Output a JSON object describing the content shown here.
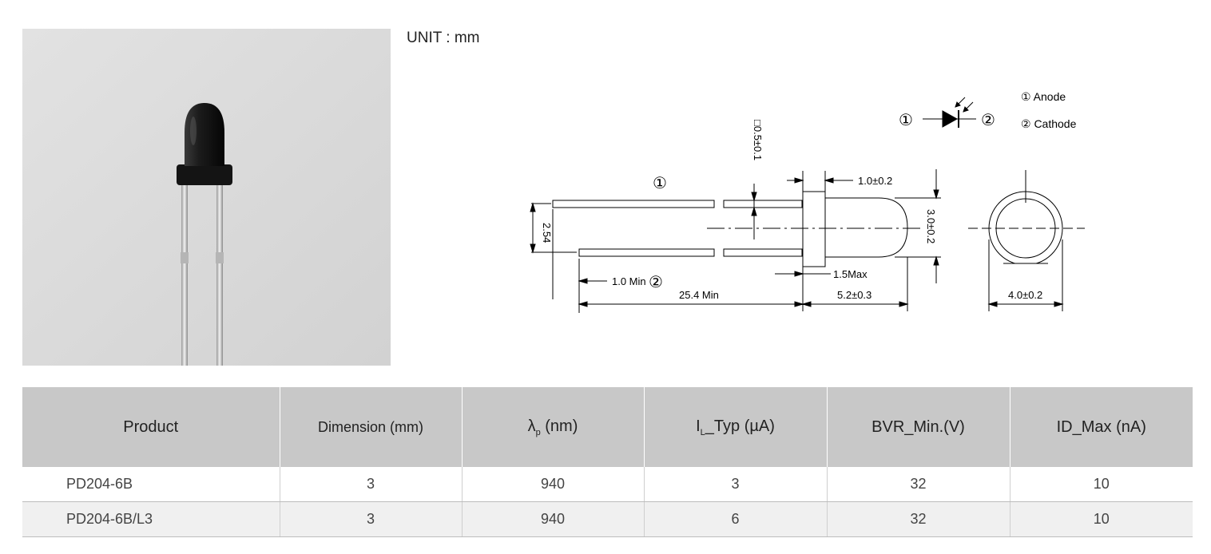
{
  "unit_label": "UNIT : mm",
  "drawing": {
    "pin1_symbol": "①",
    "pin2_symbol": "②",
    "legend_anode": "① Anode",
    "legend_cathode": "② Cathode",
    "dim_lead_square": "□0.5±0.1",
    "dim_flange": "1.0±0.2",
    "dim_height": "3.0±0.2",
    "dim_pitch": "2.54",
    "dim_lead_min": "1.0 Min",
    "dim_lead_length": "25.4  Min",
    "dim_flange_max": "1.5Max",
    "dim_body_length": "5.2±0.3",
    "dim_diameter": "4.0±0.2"
  },
  "table": {
    "headers": {
      "product": "Product",
      "dimension": "Dimension (mm)",
      "lambda_main": "λ",
      "lambda_sub": "p",
      "lambda_unit": " (nm)",
      "il_main": "I",
      "il_sub": "L",
      "il_rest": "_Typ (µA)",
      "bvr": "BVR_Min.(V)",
      "id": "ID_Max (nA)"
    },
    "rows": [
      {
        "product": "PD204-6B",
        "dimension": "3",
        "lambda": "940",
        "il": "3",
        "bvr": "32",
        "id": "10"
      },
      {
        "product": "PD204-6B/L3",
        "dimension": "3",
        "lambda": "940",
        "il": "6",
        "bvr": "32",
        "id": "10"
      }
    ]
  }
}
